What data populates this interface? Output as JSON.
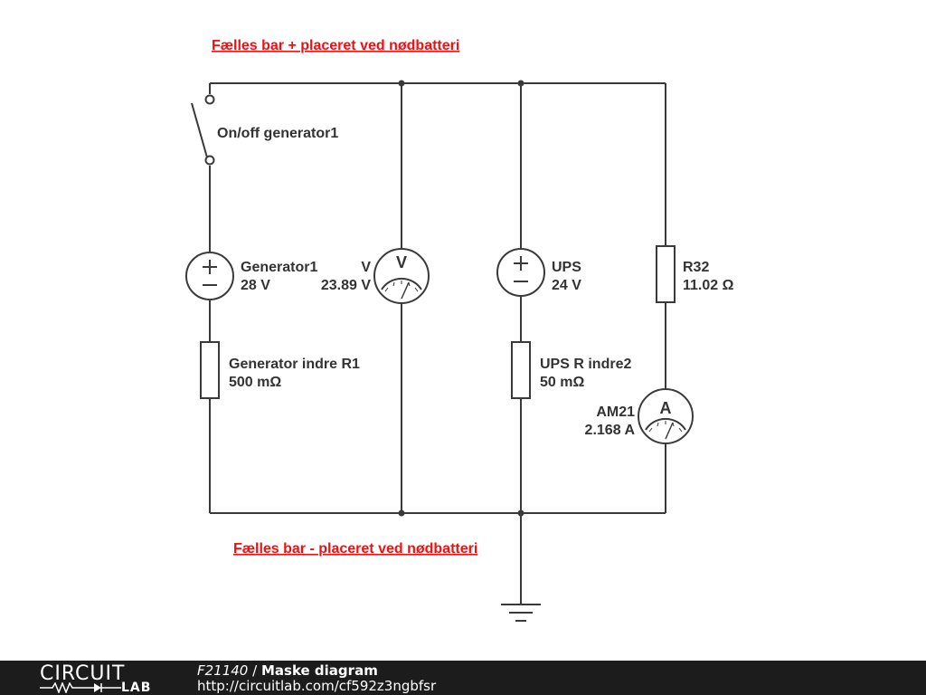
{
  "rails": {
    "top_label": "Fælles bar + placeret ved nødbatteri",
    "bottom_label": "Fælles bar - placeret ved nødbatteri"
  },
  "components": {
    "switch": {
      "name": "On/off generator1"
    },
    "generator": {
      "name": "Generator1",
      "value": "28 V"
    },
    "generator_resistor": {
      "name": "Generator indre R1",
      "value": "500 mΩ"
    },
    "voltmeter": {
      "name": "V",
      "value": "23.89 V",
      "symbol": "V"
    },
    "ups": {
      "name": "UPS",
      "value": "24 V"
    },
    "ups_resistor": {
      "name": "UPS R indre2",
      "value": "50 mΩ"
    },
    "resistor_r32": {
      "name": "R32",
      "value": "11.02 Ω"
    },
    "ammeter": {
      "name": "AM21",
      "value": "2.168 A",
      "symbol": "A"
    }
  },
  "footer": {
    "logo_top": "CIRCUIT",
    "logo_bottom": "LAB",
    "circuit_id": "F21140",
    "separator": "/",
    "title": "Maske diagram",
    "url": "http://circuitlab.com/cf592z3ngbfsr"
  }
}
